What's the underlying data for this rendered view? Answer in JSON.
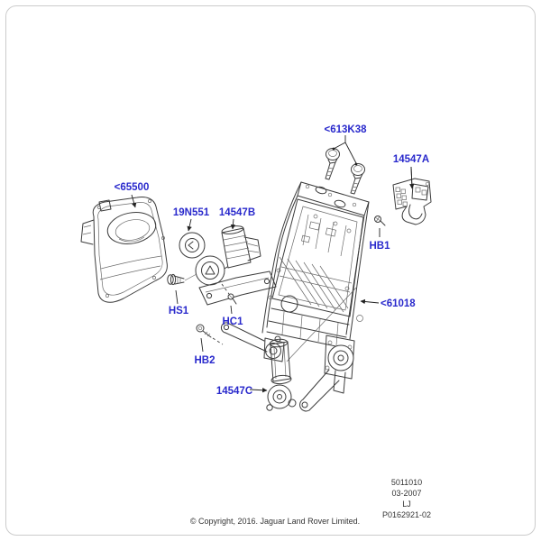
{
  "diagram": {
    "callouts": [
      {
        "id": "65500",
        "label": "<65500"
      },
      {
        "id": "19N551",
        "label": "19N551"
      },
      {
        "id": "14547B",
        "label": "14547B"
      },
      {
        "id": "613K38",
        "label": "<613K38"
      },
      {
        "id": "14547A",
        "label": "14547A"
      },
      {
        "id": "HB1",
        "label": "HB1"
      },
      {
        "id": "61018",
        "label": "<61018"
      },
      {
        "id": "HS1",
        "label": "HS1"
      },
      {
        "id": "HC1",
        "label": "HC1"
      },
      {
        "id": "HB2",
        "label": "HB2"
      },
      {
        "id": "14547C",
        "label": "14547C"
      }
    ],
    "colors": {
      "callout_blue": "#2929cc",
      "line_gray": "#3c3c3c",
      "border_gray": "#cccccc"
    }
  },
  "ref_block": {
    "lines": [
      "5011010",
      "03-2007",
      "LJ",
      "P0162921-02"
    ]
  },
  "footer": {
    "copyright": "© Copyright, 2016. Jaguar Land Rover Limited."
  }
}
